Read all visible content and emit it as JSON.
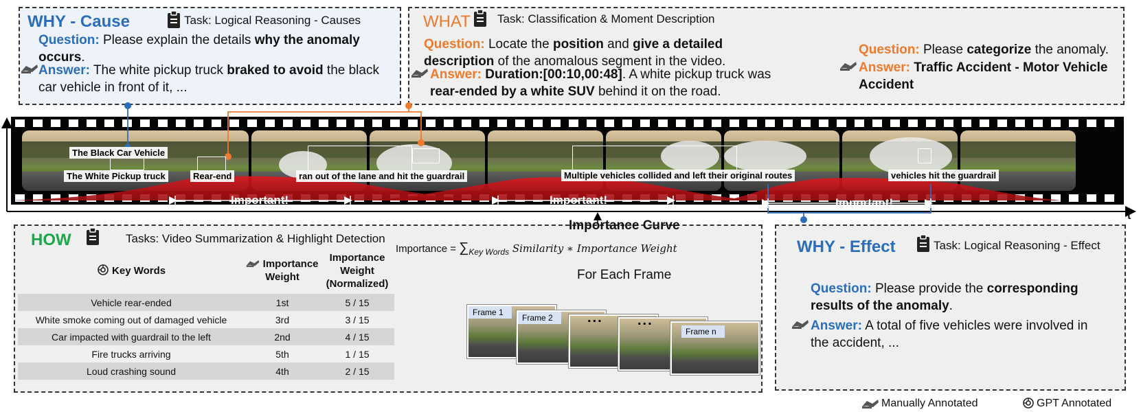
{
  "why_cause": {
    "title": "WHY - Cause",
    "task": "Task: Logical Reasoning - Causes",
    "question_label": "Question:",
    "question_pre": " Please explain the details ",
    "question_bold": "why the anomaly occurs",
    "question_post": ".",
    "answer_label": "Answer:",
    "answer_pre": " The white pickup truck ",
    "answer_bold": "braked to avoid",
    "answer_post": " the black car vehicle in front of it, ..."
  },
  "what": {
    "title": "WHAT",
    "task": "Task: Classification & Moment Description",
    "q1_label": "Question:",
    "q1_pre": " Locate the ",
    "q1_b1": "position",
    "q1_mid": " and ",
    "q1_b2": "give a detailed description",
    "q1_post": " of the anomalous segment in the video.",
    "a1_label": "Answer:",
    "a1_b1": " Duration:[00:10,00:48]",
    "a1_mid": ". A white pickup truck was ",
    "a1_b2": "rear-ended by a white SUV",
    "a1_post": " behind it on the road.",
    "q2_label": "Question:",
    "q2_pre": " Please ",
    "q2_bold": "categorize",
    "q2_post": " the anomaly.",
    "a2_label": "Answer:",
    "a2_bold": " Traffic Accident - Motor Vehicle Accident"
  },
  "film": {
    "labels": {
      "black_car": "The Black Car Vehicle",
      "pickup": "The White Pickup truck",
      "rear_end": "Rear-end",
      "guardrail": "ran out of the lane and hit the guardrail",
      "multiple": "Multiple vehicles collided and left their original routes",
      "vehicles_hit": "vehicles hit the guardrail"
    },
    "important": [
      "Important!",
      "Important!",
      "Important!"
    ],
    "time_axis": "t"
  },
  "how": {
    "title": "HOW",
    "task": "Tasks: Video Summarization & Highlight Detection",
    "table": {
      "headers": [
        "Key Words",
        "Importance Weight",
        "Importance Weight (Normalized)"
      ],
      "rows": [
        [
          "Vehicle rear-ended",
          "1st",
          "5 / 15"
        ],
        [
          "White smoke coming out of damaged vehicle",
          "3rd",
          "3 / 15"
        ],
        [
          "Car impacted with guardrail to the left",
          "2nd",
          "4 / 15"
        ],
        [
          "Fire trucks arriving",
          "5th",
          "1 / 15"
        ],
        [
          "Loud crashing sound",
          "4th",
          "2 / 15"
        ]
      ]
    },
    "formula_lhs": "Importance = ",
    "formula_sum": "∑",
    "formula_sub": "Key Words",
    "formula_rhs": " Similarity  ∗ Importance Weight",
    "curve_title": "Importance Curve",
    "for_each": "For Each Frame",
    "frames": [
      "Frame 1",
      "Frame 2",
      "Frame n"
    ],
    "dots": "..."
  },
  "why_effect": {
    "title": "WHY - Effect",
    "task": "Task: Logical Reasoning - Effect",
    "question_label": "Question:",
    "question_pre": " Please provide the ",
    "question_bold": "corresponding results of the anomaly",
    "question_post": ".",
    "answer_label": "Answer:",
    "answer_text": " A total of five vehicles were involved in the accident, ..."
  },
  "legend": {
    "manual": "Manually Annotated",
    "gpt": "GPT Annotated"
  },
  "colors": {
    "blue": "#2a6ebb",
    "orange": "#ee7a2b",
    "green": "#1aa84a",
    "importance_red": "#d9141b"
  }
}
